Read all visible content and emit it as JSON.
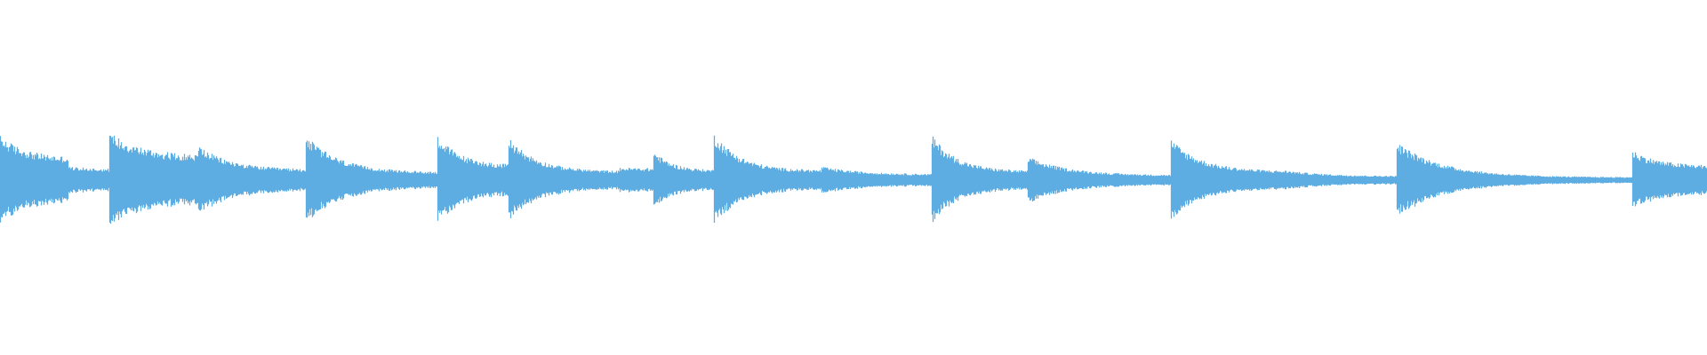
{
  "waveform": {
    "color": "#5dade2",
    "background": "#ffffff",
    "amplitude_scale": "normalized",
    "segments": [
      {
        "start": 0.0,
        "end": 0.04,
        "peak": 0.92,
        "tail": 0.45,
        "decay": 1.2
      },
      {
        "start": 0.04,
        "end": 0.064,
        "peak": 0.28,
        "tail": 0.22,
        "decay": 0.6
      },
      {
        "start": 0.064,
        "end": 0.116,
        "peak": 1.0,
        "tail": 0.5,
        "decay": 1.3
      },
      {
        "start": 0.116,
        "end": 0.179,
        "peak": 0.72,
        "tail": 0.22,
        "decay": 1.6
      },
      {
        "start": 0.179,
        "end": 0.256,
        "peak": 0.92,
        "tail": 0.16,
        "decay": 1.8
      },
      {
        "start": 0.256,
        "end": 0.298,
        "peak": 0.92,
        "tail": 0.3,
        "decay": 1.4
      },
      {
        "start": 0.298,
        "end": 0.363,
        "peak": 0.88,
        "tail": 0.18,
        "decay": 1.8
      },
      {
        "start": 0.363,
        "end": 0.383,
        "peak": 0.26,
        "tail": 0.24,
        "decay": 0.5
      },
      {
        "start": 0.383,
        "end": 0.418,
        "peak": 0.6,
        "tail": 0.2,
        "decay": 1.5
      },
      {
        "start": 0.418,
        "end": 0.481,
        "peak": 0.98,
        "tail": 0.2,
        "decay": 1.9
      },
      {
        "start": 0.481,
        "end": 0.546,
        "peak": 0.28,
        "tail": 0.12,
        "decay": 1.3
      },
      {
        "start": 0.546,
        "end": 0.602,
        "peak": 0.92,
        "tail": 0.18,
        "decay": 1.7
      },
      {
        "start": 0.602,
        "end": 0.686,
        "peak": 0.48,
        "tail": 0.1,
        "decay": 1.6
      },
      {
        "start": 0.686,
        "end": 0.753,
        "peak": 0.84,
        "tail": 0.18,
        "decay": 1.7
      },
      {
        "start": 0.753,
        "end": 0.818,
        "peak": 0.2,
        "tail": 0.08,
        "decay": 1.2
      },
      {
        "start": 0.818,
        "end": 0.956,
        "peak": 0.78,
        "tail": 0.06,
        "decay": 2.3
      },
      {
        "start": 0.956,
        "end": 1.0,
        "peak": 0.62,
        "tail": 0.3,
        "decay": 1.4
      }
    ]
  }
}
